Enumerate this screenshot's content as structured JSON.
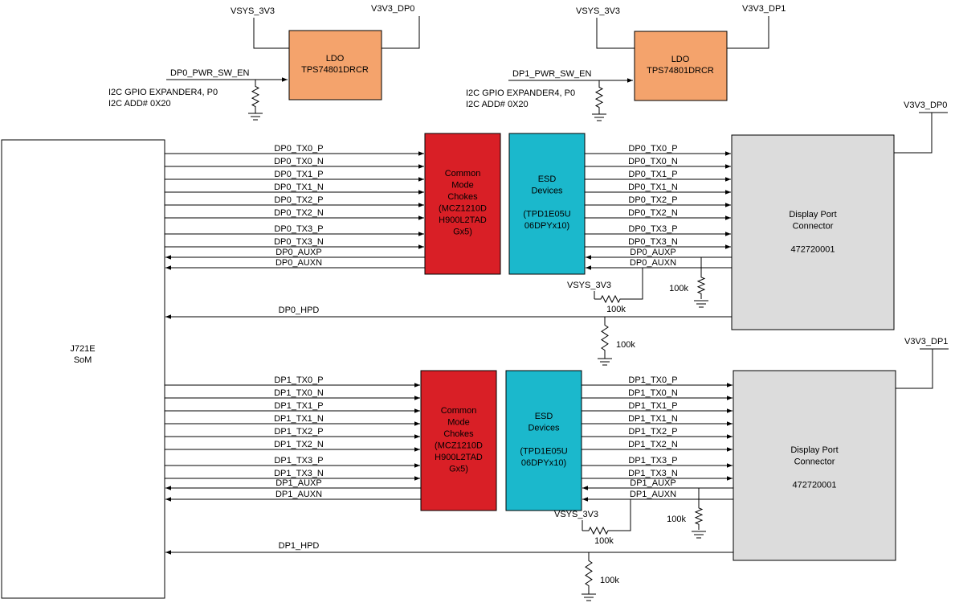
{
  "colors": {
    "ldo": "#F4A36C",
    "choke": "#D91F26",
    "esd": "#1BB8CC",
    "connector": "#DCDCDC",
    "som": "#FFFFFF",
    "line": "#000000"
  },
  "ldo": [
    {
      "line1": "LDO",
      "line2": "TPS74801DRCR",
      "in_rail": "VSYS_3V3",
      "out_rail": "V3V3_DP0",
      "enable": "DP0_PWR_SW_EN",
      "gpio1": "I2C GPIO EXPANDER4, P0",
      "gpio2": "I2C ADD# 0X20"
    },
    {
      "line1": "LDO",
      "line2": "TPS74801DRCR",
      "in_rail": "VSYS_3V3",
      "out_rail": "V3V3_DP1",
      "enable": "DP1_PWR_SW_EN",
      "gpio1": "I2C GPIO EXPANDER4, P0",
      "gpio2": "I2C ADD# 0X20"
    }
  ],
  "som": {
    "line1": "J721E",
    "line2": "SoM"
  },
  "channels": [
    {
      "signals": [
        "DP0_TX0_P",
        "DP0_TX0_N",
        "DP0_TX1_P",
        "DP0_TX1_N",
        "DP0_TX2_P",
        "DP0_TX2_N",
        "DP0_TX3_P",
        "DP0_TX3_N"
      ],
      "right_signals": [
        "DP0_TX0_P",
        "DP0_TX0_N",
        "DP0_TX1_P",
        "DP0_TX1_N",
        "DP0_TX2_P",
        "DP0_TX2_N",
        "DP0_TX3_P",
        "DP0_TX3_N"
      ],
      "aux": [
        "DP0_AUXP",
        "DP0_AUXN"
      ],
      "hpd": "DP0_HPD",
      "choke": [
        "Common",
        "Mode",
        "Chokes",
        "(MCZ1210D",
        "H900L2TAD",
        "Gx5)"
      ],
      "esd": [
        "ESD",
        "Devices",
        "",
        "(TPD1E05U",
        "06DPYx10)"
      ],
      "connector": [
        "Display Port",
        "Connector",
        "",
        "472720001"
      ],
      "rail": "V3V3_DP0",
      "pullup_rail": "VSYS_3V3",
      "res_pullup": "100k",
      "res_pulldown": "100k",
      "res_hpd": "100k"
    },
    {
      "signals": [
        "DP1_TX0_P",
        "DP1_TX0_N",
        "DP1_TX1_P",
        "DP1_TX1_N",
        "DP1_TX2_P",
        "DP1_TX2_N",
        "DP1_TX3_P",
        "DP1_TX3_N"
      ],
      "right_signals": [
        "DP1_TX0_P",
        "DP1_TX0_N",
        "DP1_TX1_P",
        "DP1_TX1_N",
        "DP1_TX2_P",
        "DP1_TX2_N",
        "DP1_TX3_P",
        "DP1_TX3_N"
      ],
      "aux": [
        "DP1_AUXP",
        "DP1_AUXN"
      ],
      "hpd": "DP1_HPD",
      "choke": [
        "Common",
        "Mode",
        "Chokes",
        "(MCZ1210D",
        "H900L2TAD",
        "Gx5)"
      ],
      "esd": [
        "ESD",
        "Devices",
        "",
        "(TPD1E05U",
        "06DPYx10)"
      ],
      "connector": [
        "Display Port",
        "Connector",
        "",
        "472720001"
      ],
      "rail": "V3V3_DP1",
      "pullup_rail": "VSYS_3V3",
      "res_pullup": "100k",
      "res_pulldown": "100k",
      "res_hpd": "100k"
    }
  ]
}
